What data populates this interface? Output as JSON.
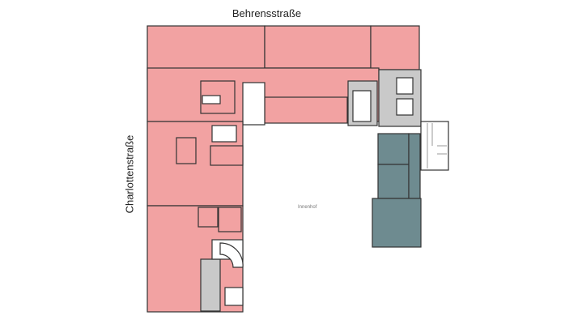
{
  "streets": {
    "top": "Behrensstraße",
    "left": "Charlottenstraße"
  },
  "courtyard": {
    "label": "Innenhof"
  },
  "colors": {
    "office": "#f2a2a2",
    "other_tenant": "#6e8b90",
    "core": "#c9c9c9",
    "wall": "#333333"
  }
}
